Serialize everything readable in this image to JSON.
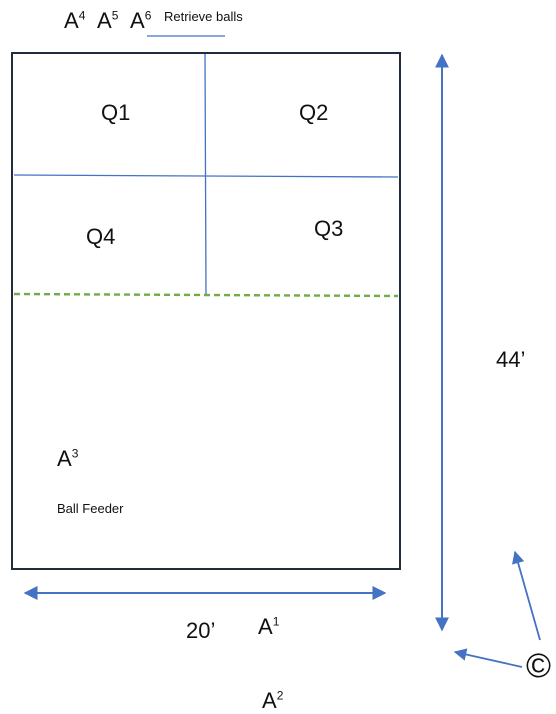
{
  "top_label": {
    "a4": {
      "base": "A",
      "sup": "4"
    },
    "a5": {
      "base": "A",
      "sup": "5"
    },
    "a6": {
      "base": "A",
      "sup": "6"
    },
    "retrieve": "Retrieve balls"
  },
  "court": {
    "q1": "Q1",
    "q2": "Q2",
    "q3": "Q3",
    "q4": "Q4",
    "a3": {
      "base": "A",
      "sup": "3"
    },
    "ball_feeder": "Ball Feeder"
  },
  "dimensions": {
    "width_label": "20’",
    "length_label": "44’"
  },
  "positions": {
    "a1": {
      "base": "A",
      "sup": "1"
    },
    "a2": {
      "base": "A",
      "sup": "2"
    },
    "coach_symbol": "©"
  },
  "colors": {
    "court_border": "#1f2d3d",
    "line_blue": "#4472c4",
    "arrow_blue": "#4472c4",
    "dashed_green": "#70ad47"
  }
}
